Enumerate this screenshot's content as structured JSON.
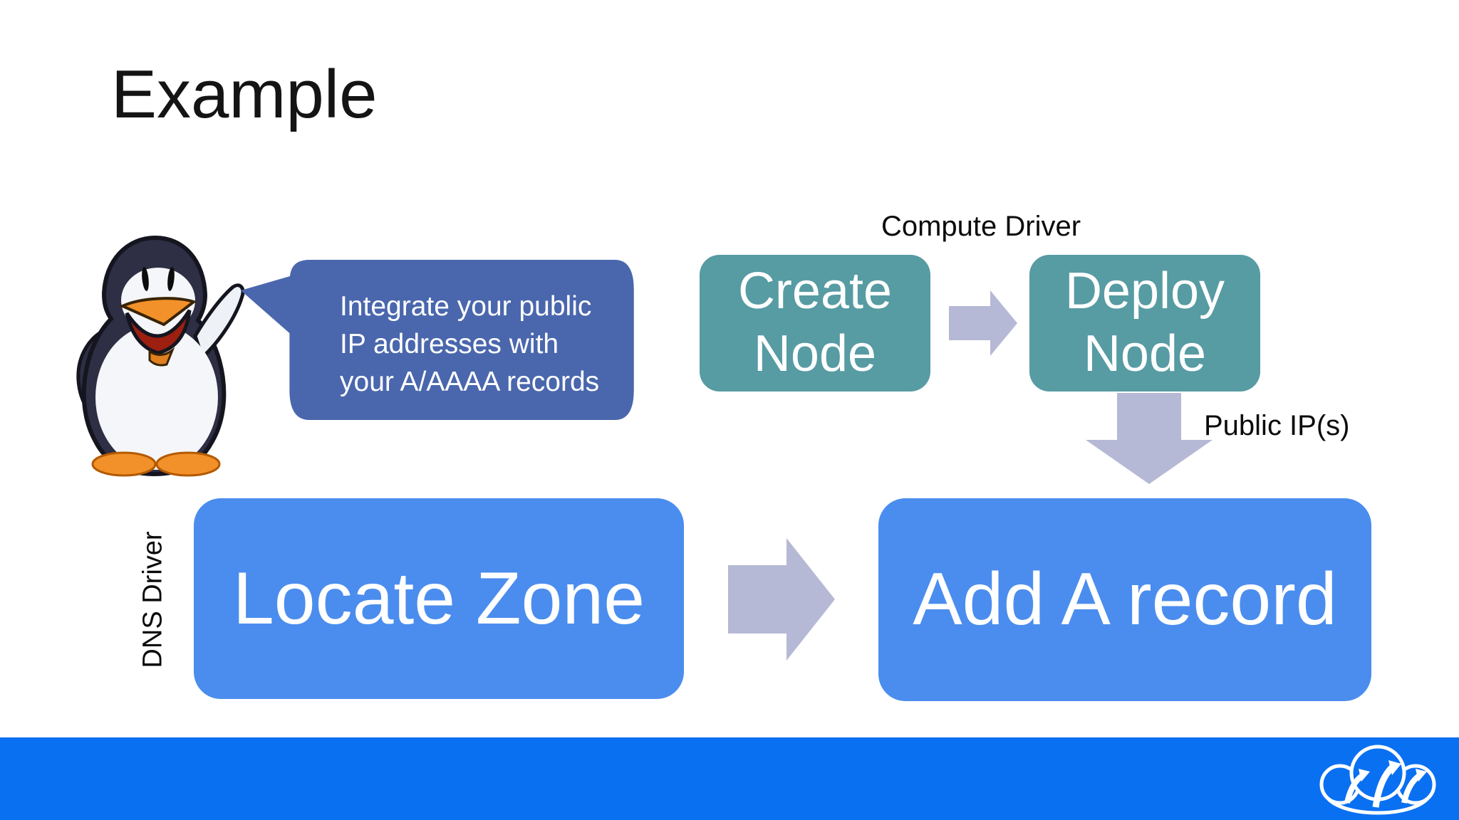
{
  "slide_title": "Example",
  "speech_bubble": {
    "text": "Integrate your public\nIP addresses with\nyour A/AAAA records"
  },
  "flow": {
    "compute_driver_label": "Compute Driver",
    "create_node": "Create\nNode",
    "deploy_node": "Deploy\nNode",
    "public_ips_label": "Public IP(s)",
    "dns_driver_label": "DNS Driver",
    "locate_zone": "Locate Zone",
    "add_a_record": "Add A record"
  },
  "icons": {
    "mascot": "penguin-mascot",
    "footer_logo": "cloud-with-three-arrows",
    "connectors": [
      "arrow-right-icon",
      "arrow-down-icon",
      "arrow-right-icon"
    ]
  },
  "colors": {
    "bubble_blue": "#4a67ad",
    "node_teal": "#579ba3",
    "node_blue": "#4b8dee",
    "arrow_gray": "#b6b9d5",
    "footer_blue": "#0a70f2",
    "title_black": "#141414"
  }
}
